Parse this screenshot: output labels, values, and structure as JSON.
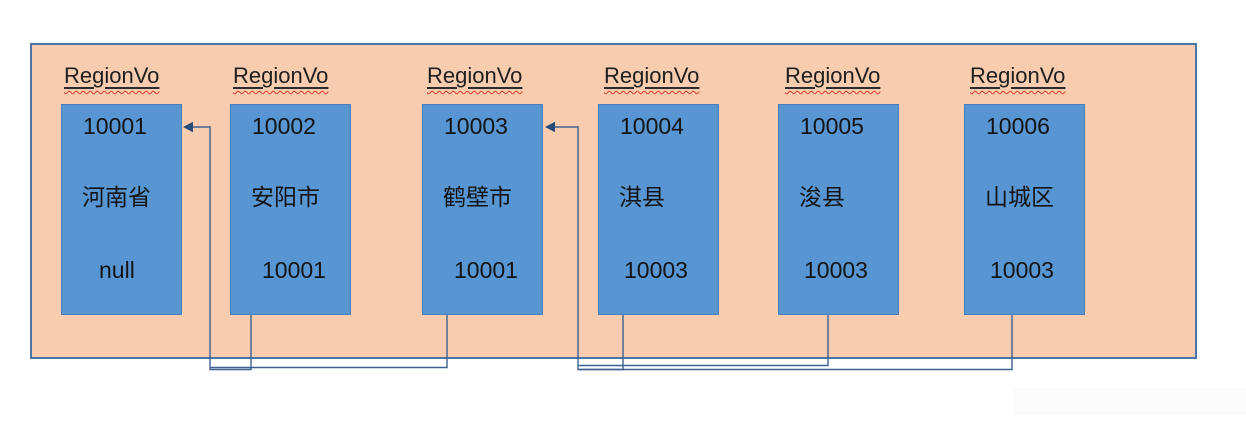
{
  "diagram": {
    "class_label": "RegionVo",
    "nodes": [
      {
        "id": "10001",
        "name": "河南省",
        "parent": "null"
      },
      {
        "id": "10002",
        "name": "安阳市",
        "parent": "10001"
      },
      {
        "id": "10003",
        "name": "鹤壁市",
        "parent": "10001"
      },
      {
        "id": "10004",
        "name": "淇县",
        "parent": "10003"
      },
      {
        "id": "10005",
        "name": "浚县",
        "parent": "10003"
      },
      {
        "id": "10006",
        "name": "山城区",
        "parent": "10003"
      }
    ],
    "edges": [
      {
        "from": "10002",
        "to": "10001"
      },
      {
        "from": "10003",
        "to": "10001"
      },
      {
        "from": "10004",
        "to": "10003"
      },
      {
        "from": "10005",
        "to": "10003"
      },
      {
        "from": "10006",
        "to": "10003"
      }
    ],
    "colors": {
      "container_fill": "#F8CCAE",
      "container_border": "#4B74A9",
      "node_fill": "#5896D3",
      "node_border": "#4A7FBA",
      "connector": "#3D6191",
      "arrowhead": "#274E79",
      "text": "#141414",
      "squiggle_red": "#DC3A2C"
    }
  }
}
